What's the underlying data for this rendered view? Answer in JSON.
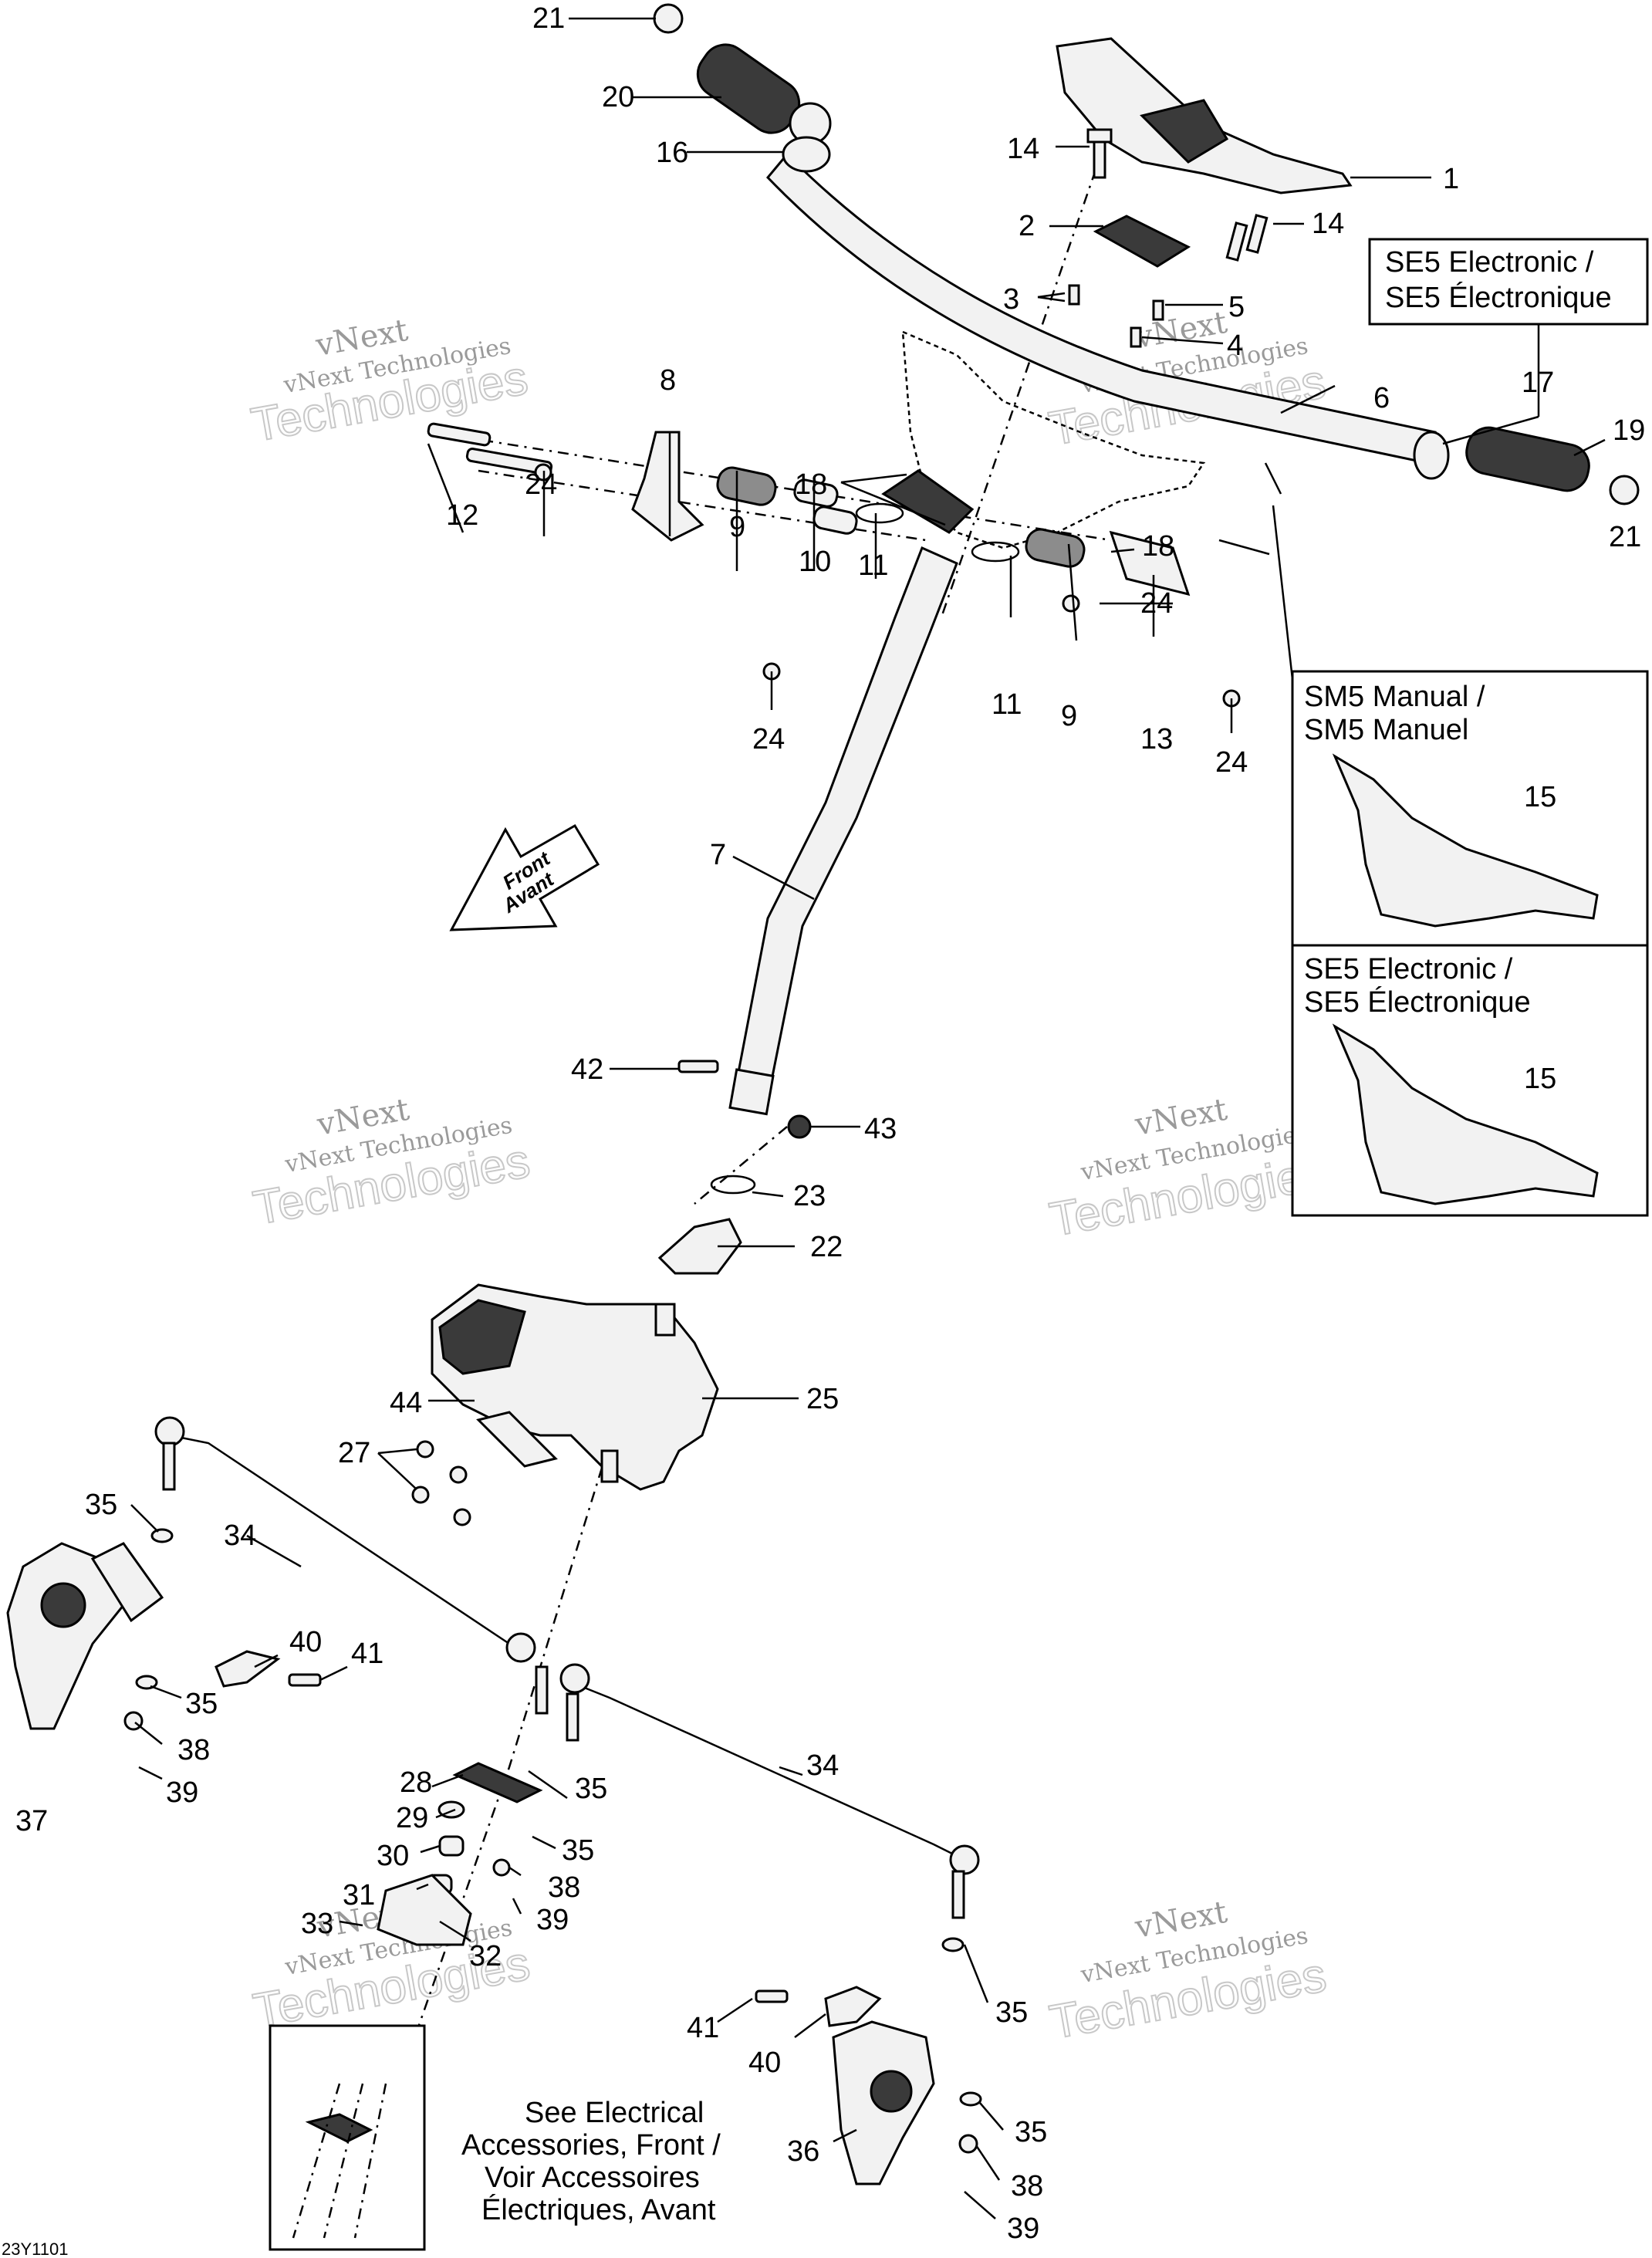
{
  "callouts": {
    "c1": "1",
    "c2": "2",
    "c3": "3",
    "c4": "4",
    "c5": "5",
    "c6": "6",
    "c7": "7",
    "c8": "8",
    "c9a": "9",
    "c9b": "9",
    "c10": "10",
    "c11a": "11",
    "c11b": "11",
    "c12": "12",
    "c13": "13",
    "c14a": "14",
    "c14b": "14",
    "c15a": "15",
    "c15b": "15",
    "c16": "16",
    "c17": "17",
    "c18a": "18",
    "c18b": "18",
    "c19": "19",
    "c20": "20",
    "c21a": "21",
    "c21b": "21",
    "c22": "22",
    "c23": "23",
    "c24a": "24",
    "c24b": "24",
    "c24c": "24",
    "c24d": "24",
    "c25": "25",
    "c27": "27",
    "c28": "28",
    "c29": "29",
    "c30": "30",
    "c31": "31",
    "c32": "32",
    "c33": "33",
    "c34a": "34",
    "c34b": "34",
    "c35a": "35",
    "c35b": "35",
    "c35c": "35",
    "c35d": "35",
    "c35e": "35",
    "c35f": "35",
    "c36": "36",
    "c37": "37",
    "c38a": "38",
    "c38b": "38",
    "c38c": "38",
    "c39a": "39",
    "c39b": "39",
    "c39c": "39",
    "c40a": "40",
    "c40b": "40",
    "c41a": "41",
    "c41b": "41",
    "c42": "42",
    "c43": "43",
    "c44": "44"
  },
  "boxes": {
    "se5_top": {
      "line1": "SE5 Electronic /",
      "line2": "SE5 Électronique"
    },
    "sm5": {
      "line1": "SM5 Manual /",
      "line2": "SM5 Manuel"
    },
    "se5_inset": {
      "line1": "SE5 Electronic /",
      "line2": "SE5 Électronique"
    },
    "electrical": {
      "line1": "See Electrical",
      "line2": "Accessories, Front /",
      "line3": "Voir Accessoires",
      "line4": "Électriques, Avant"
    }
  },
  "front_arrow": {
    "line1": "Front",
    "line2": "Avant"
  },
  "watermark": {
    "line1": "vNext",
    "line2": "vNext Technologies",
    "line3": "Technologies"
  },
  "drawing_id": "23Y1101"
}
